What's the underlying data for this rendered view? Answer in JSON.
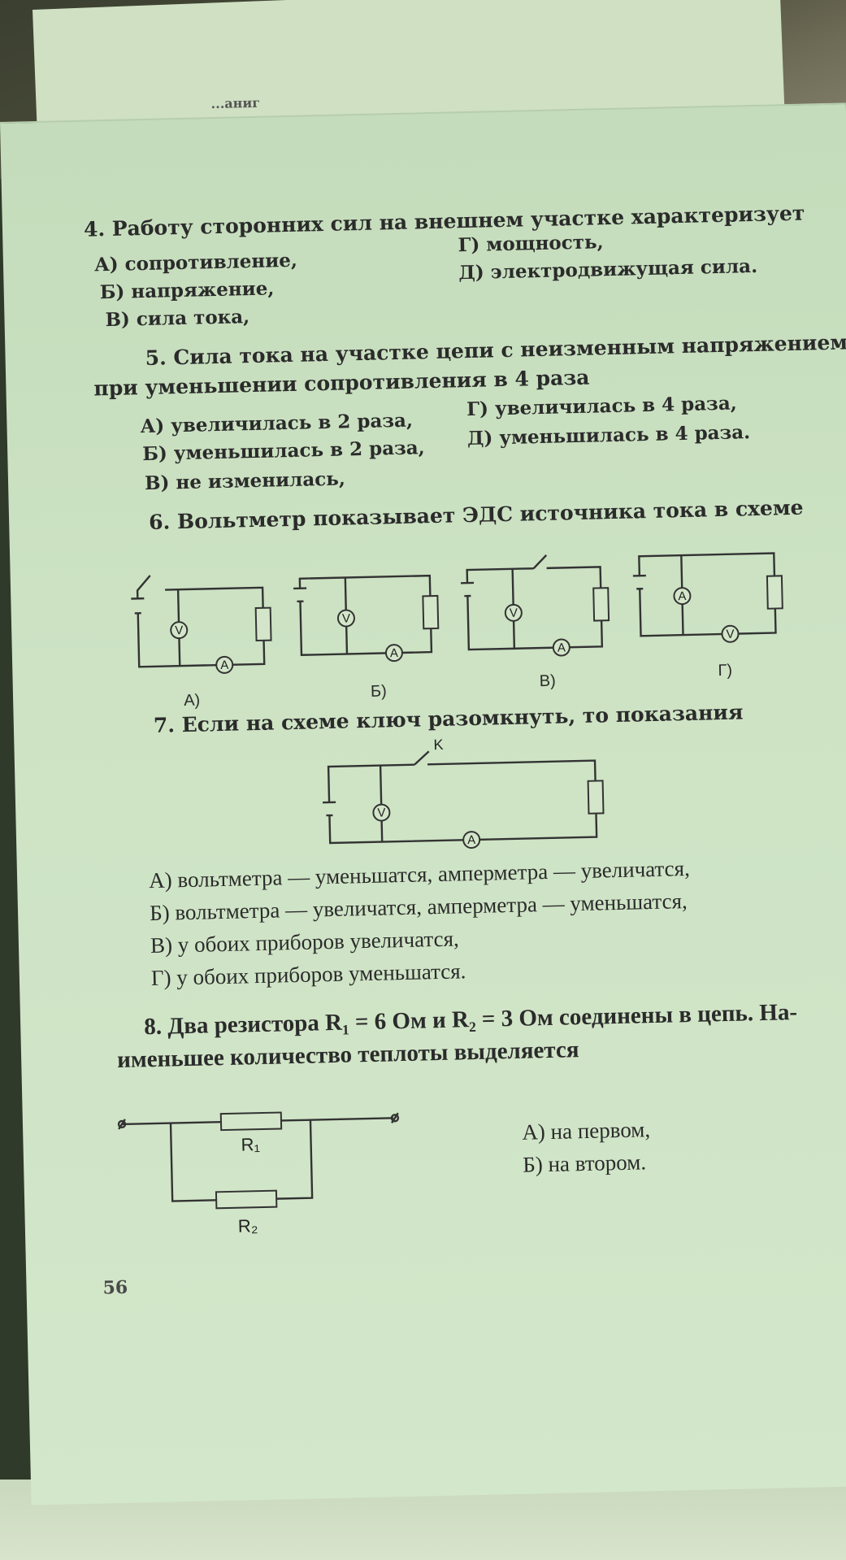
{
  "header_snippet": "...аниг",
  "page_number": "56",
  "questions": {
    "q4": {
      "text": "4. Работу сторонних сил на внешнем участке характеризует",
      "options": [
        "А) сопротивление,",
        "Б) напряжение,",
        "В) сила тока,",
        "Г) мощность,",
        "Д) электродвижущая сила."
      ]
    },
    "q5": {
      "line1": "5. Сила тока на участке цепи с неизменным напряжением",
      "line2": "при уменьшении сопротивления в 4 раза",
      "options": [
        "А) увеличилась в 2 раза,",
        "Б) уменьшилась в 2 раза,",
        "В) не изменилась,",
        "Г) увеличилась в 4 раза,",
        "Д) уменьшилась в 4 раза."
      ]
    },
    "q6": {
      "text": "6. Вольтметр показывает ЭДС источника тока в схеме",
      "labels": [
        "А)",
        "Б)",
        "В)",
        "Г)"
      ]
    },
    "q7": {
      "text": "7. Если на схеме ключ разомкнуть, то показания",
      "key_label": "K",
      "options": [
        "А) вольтметра — уменьшатся, амперметра — увеличатся,",
        "Б) вольтметра — увеличатся, амперметра — уменьшатся,",
        "В) у обоих приборов увеличатся,",
        "Г) у обоих приборов уменьшатся."
      ]
    },
    "q8": {
      "line1": "8. Два резистора R₁ = 6 Ом и R₂ = 3 Ом соединены в цепь. На-",
      "line2": "именьшее количество теплоты выделяется",
      "r1": "R₁",
      "r2": "R₂",
      "options": [
        "А) на первом,",
        "Б) на втором."
      ]
    }
  },
  "meter_symbols": {
    "voltmeter": "V",
    "ammeter": "A"
  }
}
